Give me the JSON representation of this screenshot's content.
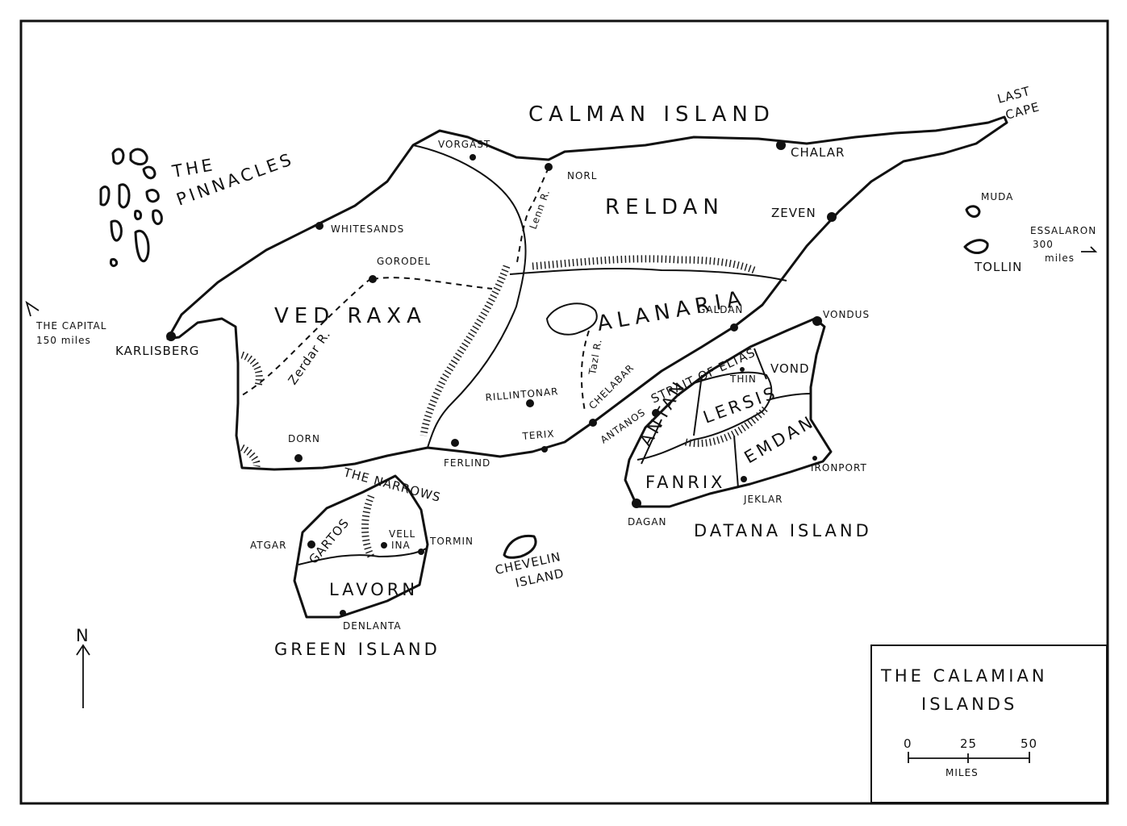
{
  "title": {
    "line1": "THE CALAMIAN",
    "line2": "ISLANDS"
  },
  "scale": {
    "ticks": [
      "0",
      "25",
      "50"
    ],
    "unit": "MILES"
  },
  "compass": {
    "label": "N"
  },
  "islands": {
    "calman": "CALMAN ISLAND",
    "datana": "DATANA ISLAND",
    "green": "GREEN ISLAND",
    "chevelin_1": "CHEVELIN",
    "chevelin_2": "ISLAND",
    "pinnacles_1": "THE",
    "pinnacles_2": "PINNACLES",
    "muda": "MUDA",
    "tollin": "TOLLIN"
  },
  "regions": {
    "reldan": "RELDAN",
    "vedraxa": "VED RAXA",
    "alanaria": "ALANARIA",
    "antan": "ANTAN",
    "lersis": "LERSIS",
    "vond": "VOND",
    "emdan": "EMDAN",
    "fanrix": "FANRIX",
    "gartos": "GARTOS",
    "lavorn": "LAVORN",
    "vellina_1": "VELL",
    "vellina_2": "INA"
  },
  "water": {
    "narrows": "THE NARROWS",
    "strait": "STRAIT OF ELTAS"
  },
  "capes": {
    "last_1": "LAST",
    "last_2": "CAPE"
  },
  "rivers": {
    "lenn": "Lenn R.",
    "zerdar": "Zerdar R.",
    "tazl": "Tazl R."
  },
  "directions": {
    "capital_1": "THE CAPITAL",
    "capital_2": "150 miles",
    "essalaron_1": "ESSALARON",
    "essalaron_2": "300",
    "essalaron_3": "miles"
  },
  "cities": {
    "vorgast": "VORGAST",
    "norl": "NORL",
    "chalar": "CHALAR",
    "zeven": "ZEVEN",
    "whitesands": "WHITESANDS",
    "gorodel": "GORODEL",
    "karlisberg": "KARLISBERG",
    "galdan": "GALDAN",
    "vondus": "VONDUS",
    "rillintonar": "RILLINTONAR",
    "chelabar": "CHELABAR",
    "terix": "TERIX",
    "antanos": "ANTANOS",
    "thin": "THIN",
    "dorn": "DORN",
    "ferlind": "FERLIND",
    "ironport": "IRONPORT",
    "jeklar": "JEKLAR",
    "dagan": "DAGAN",
    "atgar": "ATGAR",
    "tormin": "TORMIN",
    "denlanta": "DENLANTA"
  }
}
